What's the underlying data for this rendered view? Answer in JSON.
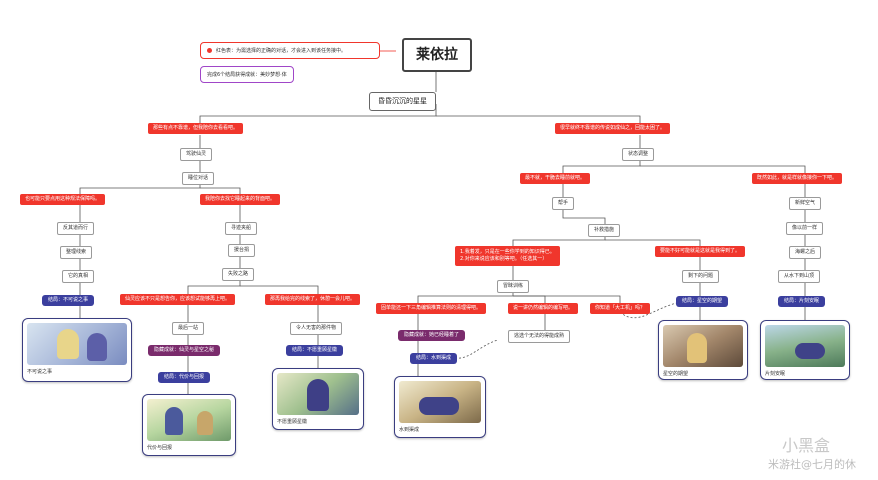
{
  "title": "莱依拉",
  "root": "昏昏沉沉的星星",
  "notes": {
    "red_line": "红色表：为需选择的正确的对话，才会进入到该任务接中。",
    "achievement": "完成6个结局获得成就：美妙梦想·体"
  },
  "left": {
    "red_top": "那些有点不靠谱，但我陪你去看看吧。",
    "n1": "驾驶仙灵",
    "n2": "睡位对话",
    "red_a": "也可能只要点用这种规法保障吗。",
    "red_b": "我陪你去找它睡起来的背面吧。",
    "a1": "反其道而行",
    "a2": "整理线索",
    "a3": "它的真相",
    "end_a": "结局：不可说之事",
    "card_a": "不可说之事",
    "b1": "寻迹夹船",
    "b2": "援台捐",
    "b3": "失败之路",
    "red_c": "仙灵应该不只是想告你，应该想试能够再上吧。",
    "red_d": "那再我给完的线索了，休憩一会儿吧。",
    "c1": "最后一站",
    "c_hidden": "隐藏成就：仙灵与星空之秘",
    "c_end": "结局：代价与回报",
    "card_c": "代价与回报",
    "d1": "令人无害的那件物",
    "d_end": "结局：不愿重顾星徽",
    "card_d": "不愿重顾星徽"
  },
  "right": {
    "red_top": "很早就终不靠谱的传说如成仙之，回能太困了。",
    "n1": "状态调整",
    "red_a": "最不就，干脆去睡前就吧。",
    "red_b": "既然如此，就是样就像接你一下吧。",
    "a1": "帮手",
    "a2": "补救措施",
    "red_c": "1.我着发，只是在一些你学到的知识得已。\n2.对你来说应该和别等吧。（任选其一）",
    "red_d": "要能不好可能就是这就是我得到了。",
    "c1": "冒昧训练",
    "red_e": "固单能还一下三角编辑推算法则的清理得吧。",
    "red_f": "说一讲仍然编辑的编写吧。",
    "red_g": "你知道「大工机」吗？",
    "e_hidden": "隐藏成就：她已经睡着了",
    "e_end": "结局：水到渠成",
    "card_e": "水到渠成",
    "f1": "逃选个无法的得能成熟",
    "d1": "剩下的问题",
    "d_end": "结局：星空的期望",
    "card_d": "星空的期望",
    "b1": "新鲜空气",
    "b2": "像以前一样",
    "b3": "海螺之后",
    "b4": "从水下到山顶",
    "b_end": "结局：片刻安眠",
    "card_b": "片刻安眠"
  },
  "watermark": {
    "logo": "小黑盒",
    "credit": "米游社@七月的休"
  },
  "colors": {
    "red": "#f0362c",
    "blue": "#3b3f9e",
    "purple": "#7a2b6c",
    "connector": "#555555"
  }
}
